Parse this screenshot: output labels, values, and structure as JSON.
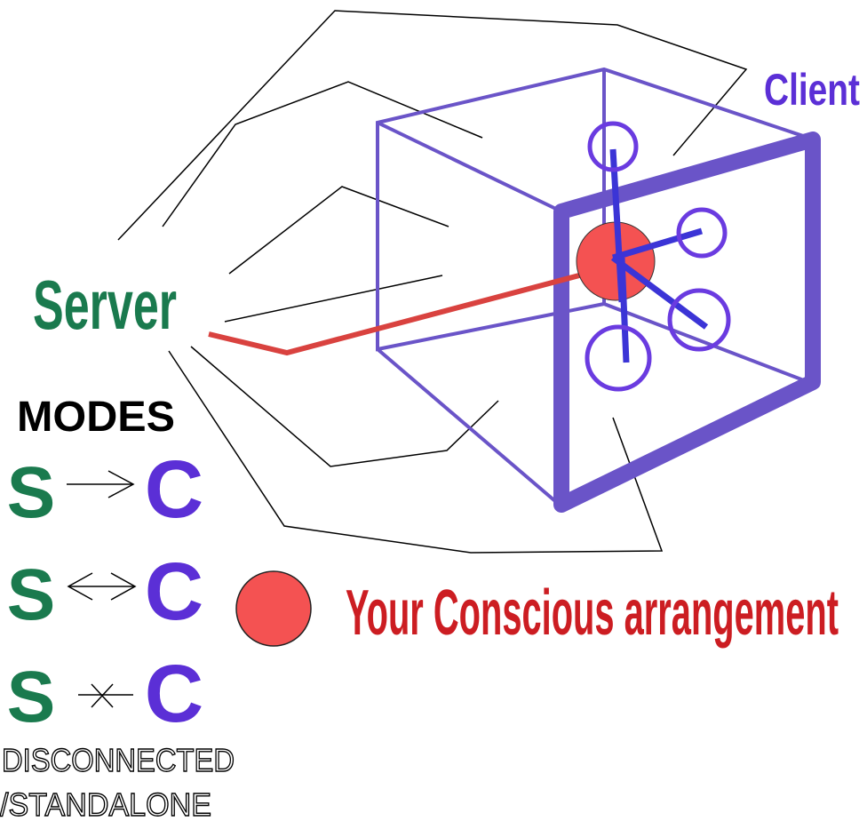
{
  "labels": {
    "client": "Client",
    "server": "Server",
    "modes_title": "MODES",
    "conscious": "Your Conscious arrangement",
    "disconnected_line1": "DISCONNECTED",
    "disconnected_line2": "/STANDALONE"
  },
  "modes": [
    {
      "left": "S",
      "arrow": "one-way-right",
      "right": "C"
    },
    {
      "left": "S",
      "arrow": "two-way",
      "right": "C"
    },
    {
      "left": "S",
      "arrow": "disconnected",
      "right": "C"
    }
  ],
  "colors": {
    "server_green": "#1a7a4e",
    "client_purple": "#5b2fd6",
    "cube_purple": "#6a54c8",
    "conscious_red": "#cc1d22",
    "dot_red": "#f45252",
    "line_red": "#d9423f",
    "ink": "#000000"
  }
}
